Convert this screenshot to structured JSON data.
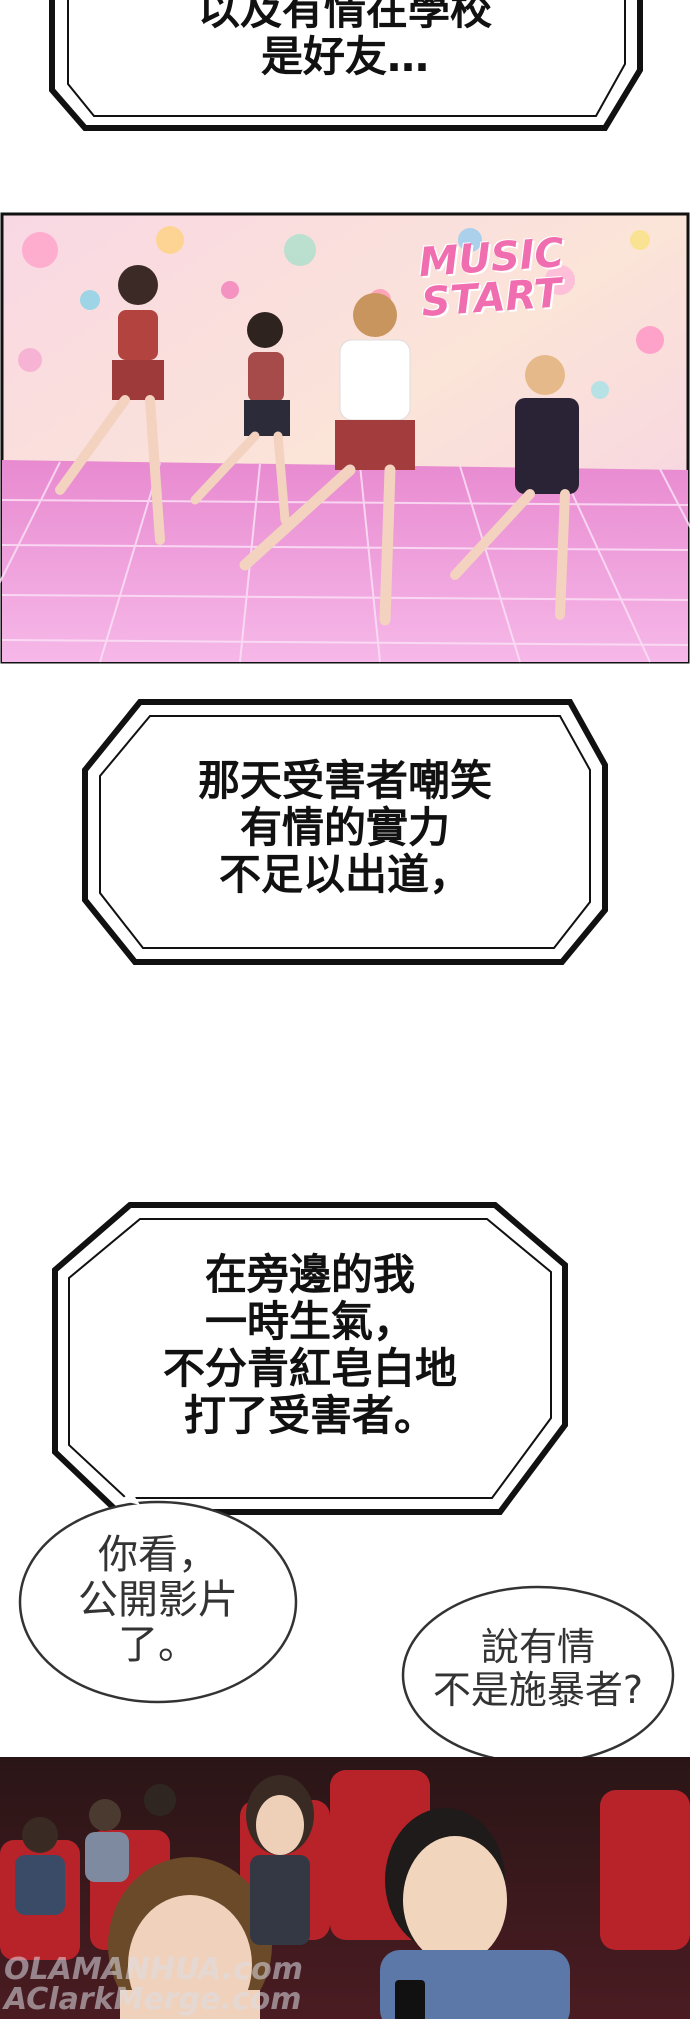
{
  "captions": {
    "top": [
      "以及有情在學校",
      "是好友…"
    ],
    "middle": [
      "那天受害者嘲笑",
      "有情的實力",
      "不足以出道，"
    ],
    "lower": [
      "在旁邊的我",
      "一時生氣，",
      "不分青紅皂白地",
      "打了受害者。"
    ]
  },
  "bubbles": {
    "left": [
      "你看，",
      "公開影片",
      "了。"
    ],
    "right": [
      "說有情",
      "不是施暴者?"
    ]
  },
  "sound_effect": [
    "MUSIC",
    "START"
  ],
  "watermark": [
    "OLAMANHUA.com",
    "AClarkMerge.com"
  ]
}
